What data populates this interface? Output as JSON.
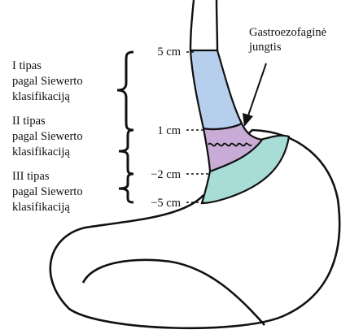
{
  "figure": {
    "junction_label_line1": "Gastroezofaginė",
    "junction_label_line2": "jungtis",
    "markers": [
      "5 cm",
      "1 cm",
      "−2 cm",
      "−5 cm"
    ],
    "types": [
      {
        "line1": "I tipas",
        "line2": "pagal Siewerto",
        "line3": "klasifikaciją"
      },
      {
        "line1": "II tipas",
        "line2": "pagal Siewerto",
        "line3": "klasifikaciją"
      },
      {
        "line1": "III tipas",
        "line2": "pagal Siewerto",
        "line3": "klasifikaciją"
      }
    ]
  },
  "colors": {
    "esophagus": "#b5cfec",
    "type2_zone": "#c8acd6",
    "type3_zone": "#a8dcd6",
    "outline": "#111111"
  }
}
